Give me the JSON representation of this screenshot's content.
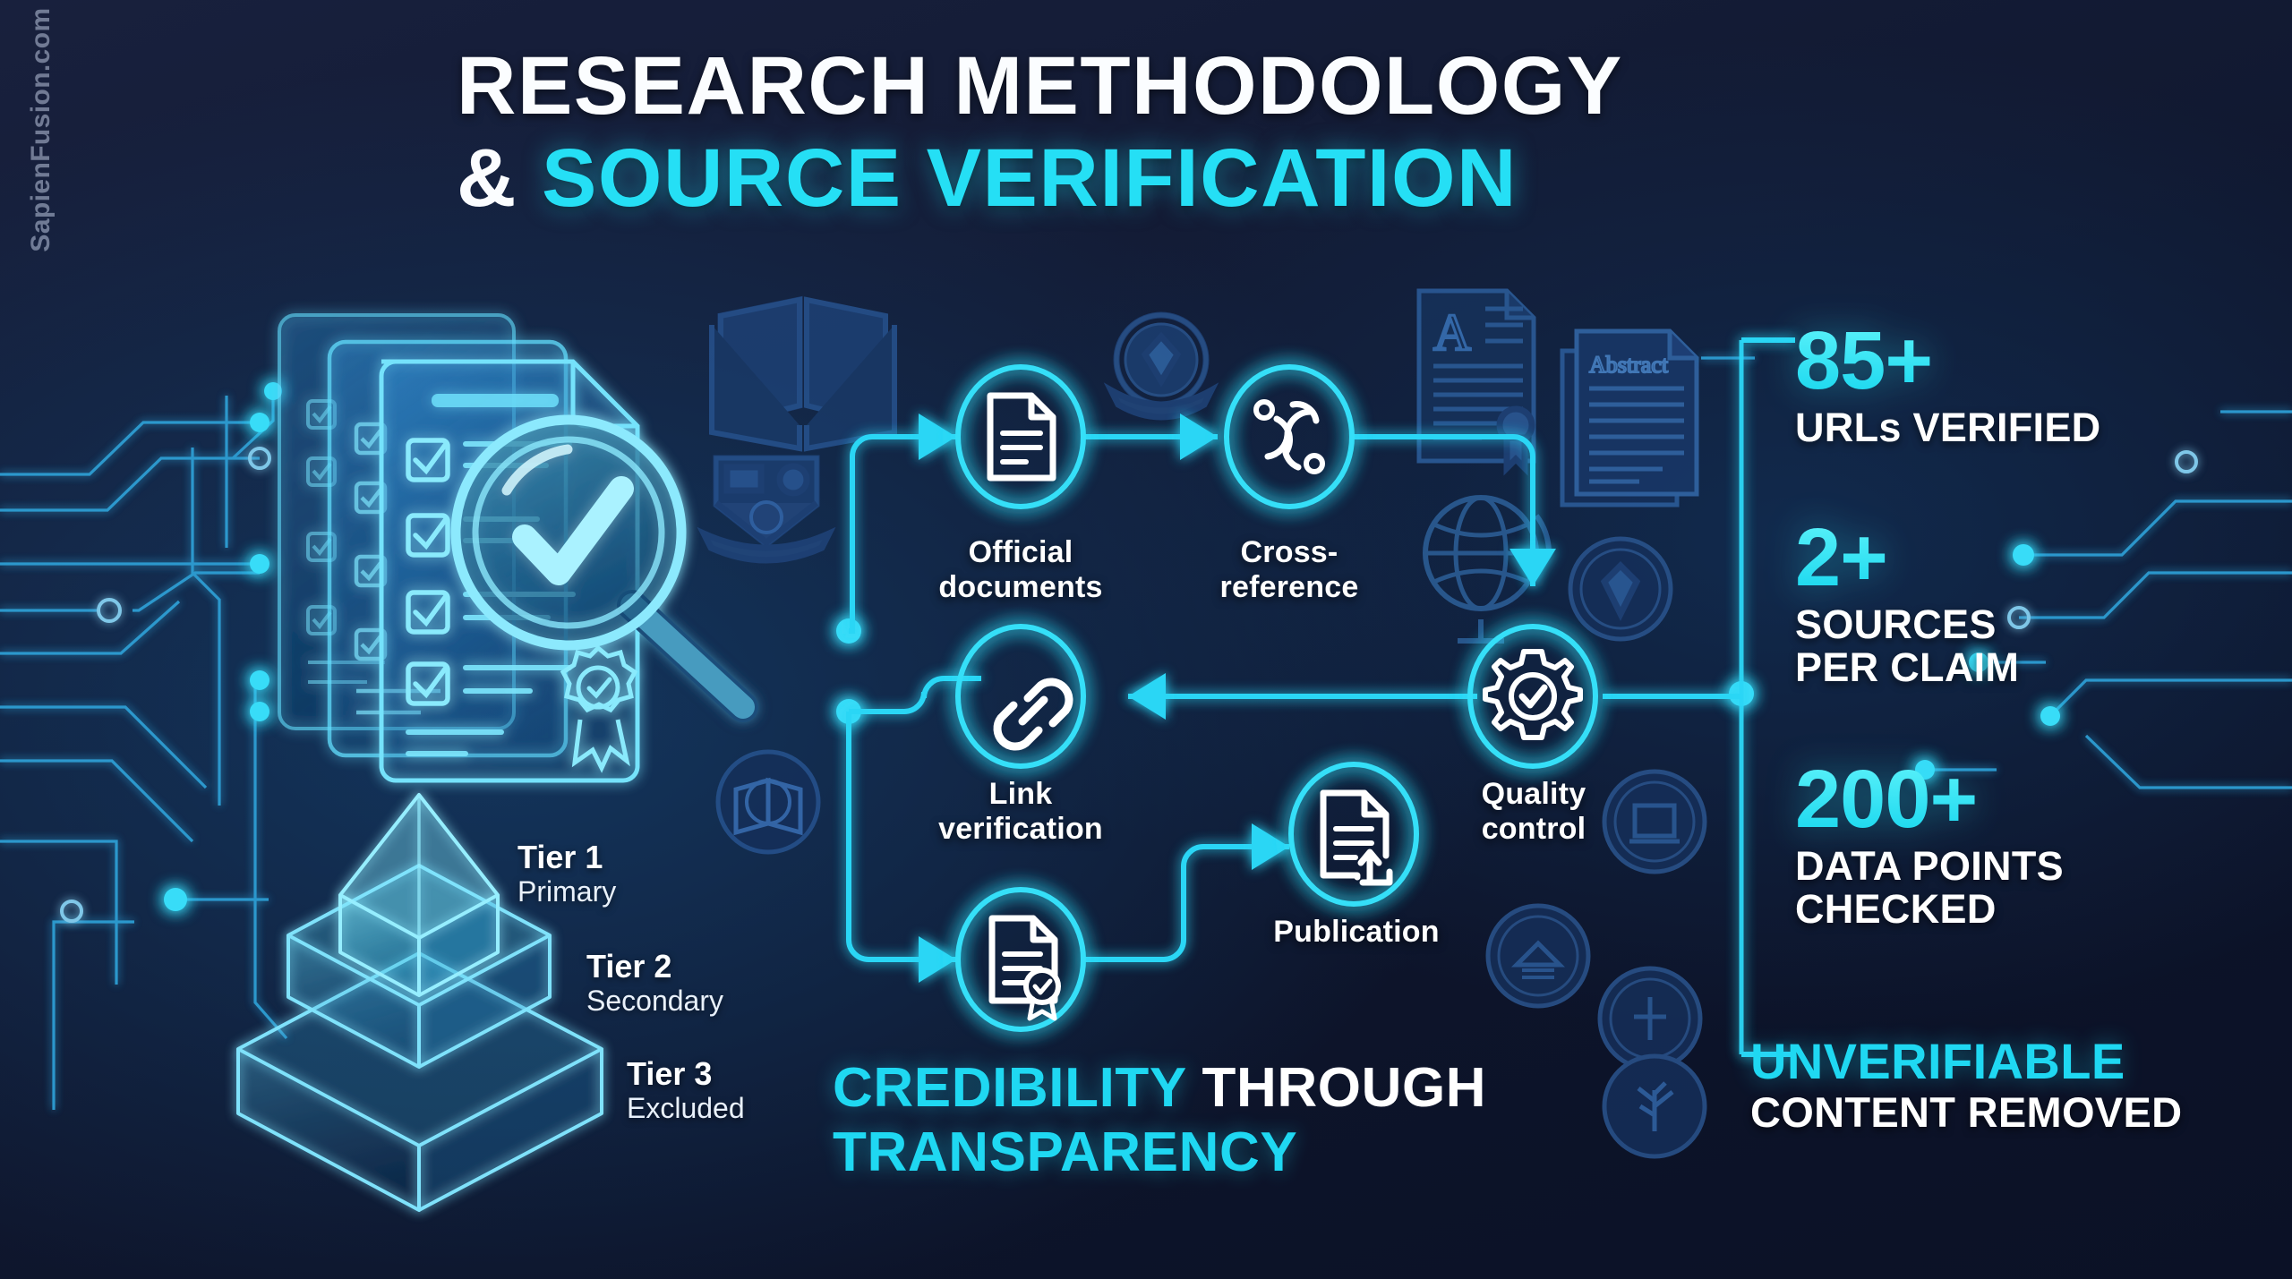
{
  "brand": {
    "watermark": "SapienFusion.com"
  },
  "title": {
    "line1": "RESEARCH METHODOLOGY",
    "line2_amp": "&",
    "line2_main": "SOURCE VERIFICATION"
  },
  "flow": {
    "nodes": [
      {
        "id": "official-documents",
        "label_line1": "Official",
        "label_line2": "documents",
        "icon": "document-icon"
      },
      {
        "id": "cross-reference",
        "label_line1": "Cross-",
        "label_line2": "reference",
        "icon": "link-network-icon"
      },
      {
        "id": "quality-control",
        "label_line1": "Quality",
        "label_line2": "control",
        "icon": "gear-check-icon"
      },
      {
        "id": "link-verification",
        "label_line1": "Link",
        "label_line2": "verification",
        "icon": "chain-link-icon"
      },
      {
        "id": "certificate",
        "label_line1": "",
        "label_line2": "",
        "icon": "document-certificate-icon"
      },
      {
        "id": "publication",
        "label_line1": "Publication",
        "label_line2": "",
        "icon": "document-upload-icon"
      }
    ]
  },
  "pyramid": {
    "tiers": [
      {
        "title": "Tier 1",
        "subtitle": "Primary"
      },
      {
        "title": "Tier 2",
        "subtitle": "Secondary"
      },
      {
        "title": "Tier 3",
        "subtitle": "Excluded"
      }
    ]
  },
  "tagline": {
    "part1": "CREDIBILITY",
    "part2": "THROUGH",
    "part3": "TRANSPARENCY"
  },
  "stats": [
    {
      "number": "85+",
      "caption_line1": "URLs VERIFIED",
      "caption_line2": ""
    },
    {
      "number": "2+",
      "caption_line1": "SOURCES",
      "caption_line2": "PER CLAIM"
    },
    {
      "number": "200+",
      "caption_line1": "DATA POINTS",
      "caption_line2": "CHECKED"
    }
  ],
  "removed": {
    "headline": "UNVERIFIABLE",
    "subline": "CONTENT REMOVED"
  },
  "background_watermarks": [
    "open-book-icon",
    "university-crest-icon",
    "certificate-a-icon",
    "abstract-paper-icon",
    "globe-icon",
    "university-seal-icon",
    "book-globe-icon",
    "tree-seal-icon"
  ],
  "colors": {
    "background": "#121a33",
    "accent_cyan": "#25dff5",
    "glow_cyan": "#3ee4ff",
    "text_white": "#ffffff",
    "watermark": "#1d3a63"
  }
}
